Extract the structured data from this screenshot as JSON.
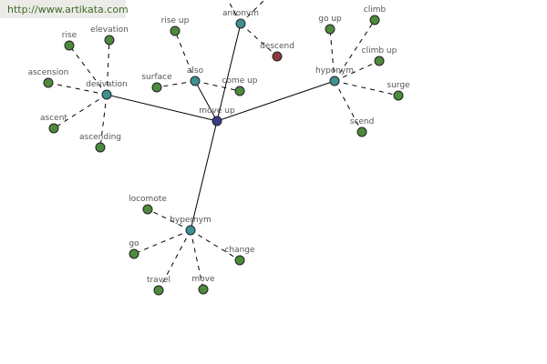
{
  "url": "http://www.artikata.com",
  "colors": {
    "center": "#3b3b8e",
    "relation": "#3f9090",
    "leaf": "#4e8a3e",
    "antonym_leaf": "#8c3b3b"
  },
  "center": {
    "label": "move up"
  },
  "relations": [
    {
      "label": "derivation",
      "leaves": [
        "rise",
        "elevation",
        "ascension",
        "ascent",
        "ascending"
      ]
    },
    {
      "label": "antonym",
      "leaves": [
        "descend"
      ]
    },
    {
      "label": "also",
      "leaves": [
        "rise up",
        "surface",
        "come up"
      ]
    },
    {
      "label": "hyponym",
      "leaves": [
        "go up",
        "climb",
        "climb up",
        "surge",
        "scend"
      ]
    },
    {
      "label": "hypernym",
      "leaves": [
        "locomote",
        "go",
        "travel",
        "change",
        "move"
      ]
    }
  ]
}
